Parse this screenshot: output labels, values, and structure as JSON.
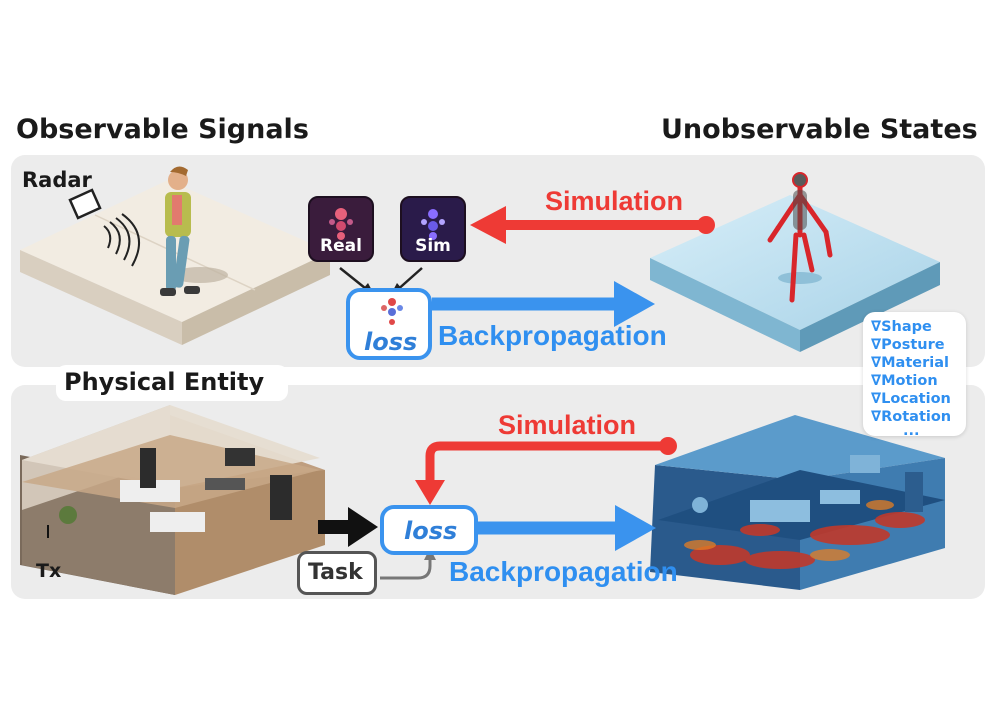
{
  "headings": {
    "observable": "Observable Signals",
    "unobservable": "Unobservable States",
    "physical_entity": "Physical Entity"
  },
  "top_panel": {
    "radar_label": "Radar",
    "thumb_real": "Real",
    "thumb_sim": "Sim",
    "loss": "loss",
    "simulation": "Simulation",
    "backprop": "Backpropagation"
  },
  "bottom_panel": {
    "tx_label": "Tx",
    "loss": "loss",
    "task": "Task",
    "simulation": "Simulation",
    "backprop": "Backpropagation"
  },
  "gradients": [
    "∇Shape",
    "∇Posture",
    "∇Material",
    "∇Motion",
    "∇Location",
    "∇Rotation",
    "..."
  ],
  "colors": {
    "simulation": "#ee3a35",
    "backprop": "#2f8ff0",
    "panel": "#ececec"
  }
}
